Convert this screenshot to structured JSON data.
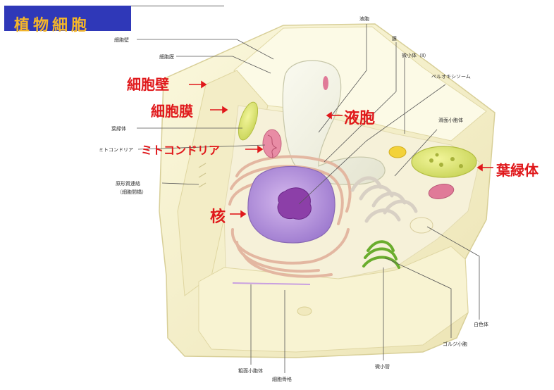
{
  "title": "植物細胞",
  "red_labels": {
    "cell_wall": "細胞壁",
    "cell_membrane": "細胞膜",
    "mitochondria": "ミトコンドリア",
    "nucleus": "核",
    "vacuole": "液胞",
    "chloroplast": "葉緑体"
  },
  "small_labels": {
    "top_left_1": "細胞壁",
    "top_left_2": "細胞膜",
    "left_chloroplast": "葉緑体",
    "left_mitochondria": "ミトコンドリア",
    "left_plasmodesma_1": "原形質連絡",
    "left_plasmodesma_2": "（細胞間橋）",
    "top_vacuole": "液胞",
    "top_membrane": "膜",
    "top_microbody": "微小体（Ⅱ）",
    "top_peroxisome": "ペルオキシソーム",
    "right_er": "滑面小胞体",
    "right_white": "白色体",
    "bottom_golgi": "ゴルジ小胞",
    "bottom_microtubule": "微小管",
    "bottom_er": "粗面小胞体",
    "bottom_cytoskeleton": "細胞骨格"
  },
  "colors": {
    "title_bg": "#2f38b8",
    "title_text": "#f4b62a",
    "label_red": "#e0181b",
    "cell_face": "#faf6d6",
    "cell_edge": "#e9e2b0",
    "nucleus": "#b58fd8",
    "nucleolus": "#8c3fa8",
    "chloroplast": "#d9e36a",
    "mitochondria": "#e5849f",
    "golgi": "#7bbf3a"
  }
}
